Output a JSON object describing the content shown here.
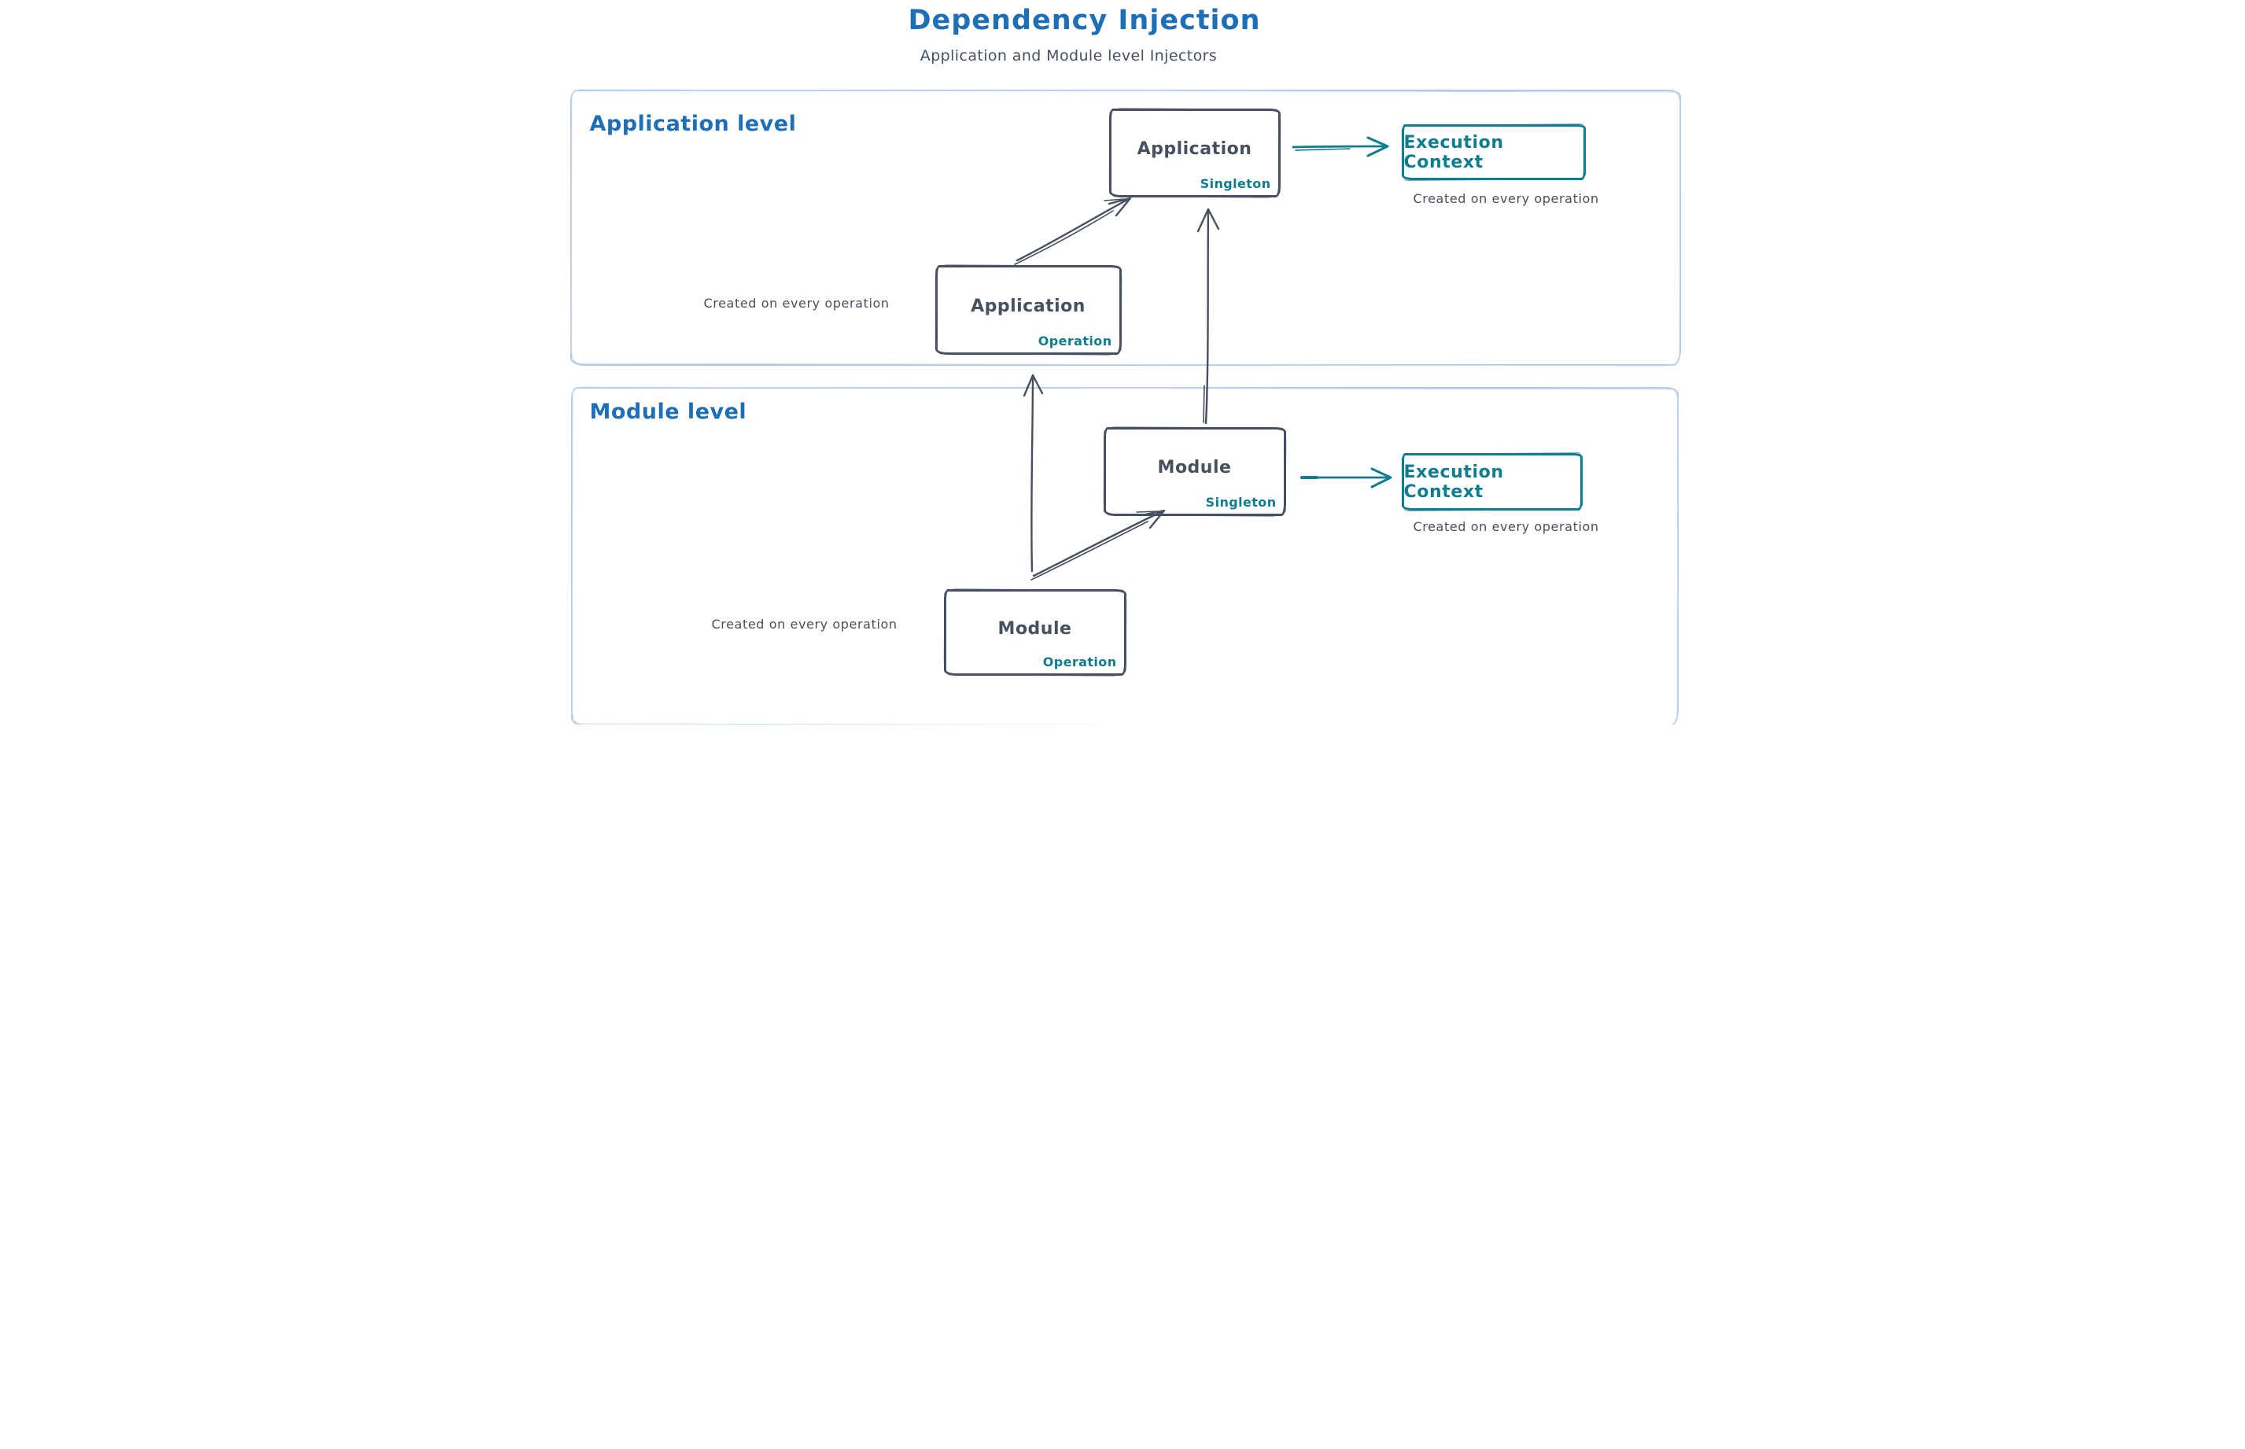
{
  "title": "Dependency Injection",
  "subtitle": "Application and Module level Injectors",
  "colors": {
    "heading_blue": "#1e6fb5",
    "stroke_slate": "#46505e",
    "accent_teal": "#0f7d8e",
    "container_border_blue": "#b3c9e3"
  },
  "sections": {
    "application": {
      "label": "Application level",
      "singleton": {
        "title": "Application",
        "badge": "Singleton"
      },
      "operation": {
        "title": "Application",
        "badge": "Operation"
      },
      "execution_context": "Execution Context",
      "execution_note": "Created on every operation",
      "operation_note": "Created on every operation"
    },
    "module": {
      "label": "Module level",
      "singleton": {
        "title": "Module",
        "badge": "Singleton"
      },
      "operation": {
        "title": "Module",
        "badge": "Operation"
      },
      "execution_context": "Execution Context",
      "execution_note": "Created on every operation",
      "operation_note": "Created on every operation"
    }
  },
  "edges": [
    {
      "from": "application-operation",
      "to": "application-singleton"
    },
    {
      "from": "application-singleton",
      "to": "application-execution-context"
    },
    {
      "from": "module-operation",
      "to": "application-operation"
    },
    {
      "from": "module-singleton",
      "to": "application-singleton"
    },
    {
      "from": "module-operation",
      "to": "module-singleton"
    },
    {
      "from": "module-singleton",
      "to": "module-execution-context"
    }
  ]
}
